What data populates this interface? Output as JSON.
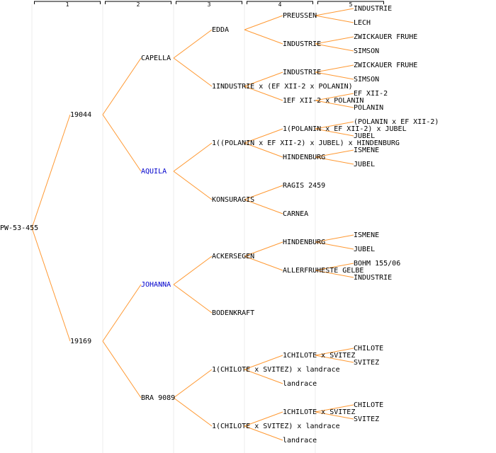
{
  "generations": [
    "1",
    "2",
    "3",
    "4",
    "5"
  ],
  "colors": {
    "edge": "#ff9933",
    "column_line": "#eeeeee",
    "ruler": "#000000",
    "text": "#000000",
    "highlight_text": "#0000cc"
  },
  "pedigree": {
    "label": "PW-53-455",
    "children": [
      {
        "label": "19044",
        "children": [
          {
            "label": "CAPELLA",
            "children": [
              {
                "label": "EDDA",
                "children": [
                  {
                    "label": "PREUSSEN",
                    "children": [
                      {
                        "label": "INDUSTRIE"
                      },
                      {
                        "label": "LECH"
                      }
                    ]
                  },
                  {
                    "label": "INDUSTRIE",
                    "children": [
                      {
                        "label": "ZWICKAUER FRUHE"
                      },
                      {
                        "label": "SIMSON"
                      }
                    ]
                  }
                ]
              },
              {
                "label": "1INDUSTRIE x (EF XII-2 x POLANIN)",
                "children": [
                  {
                    "label": "INDUSTRIE",
                    "children": [
                      {
                        "label": "ZWICKAUER FRUHE"
                      },
                      {
                        "label": "SIMSON"
                      }
                    ]
                  },
                  {
                    "label": "1EF XII-2 x POLANIN",
                    "children": [
                      {
                        "label": "EF XII-2"
                      },
                      {
                        "label": "POLANIN"
                      }
                    ]
                  }
                ]
              }
            ]
          },
          {
            "label": "AQUILA",
            "highlight": true,
            "children": [
              {
                "label": "1((POLANIN x EF XII-2) x JUBEL) x HINDENBURG",
                "children": [
                  {
                    "label": "1(POLANIN x EF XII-2) x JUBEL",
                    "children": [
                      {
                        "label": "(POLANIN x EF XII-2)"
                      },
                      {
                        "label": "JUBEL"
                      }
                    ]
                  },
                  {
                    "label": "HINDENBURG",
                    "children": [
                      {
                        "label": "ISMENE"
                      },
                      {
                        "label": "JUBEL"
                      }
                    ]
                  }
                ]
              },
              {
                "label": "KONSURAGIS",
                "children": [
                  {
                    "label": "RAGIS 2459"
                  },
                  {
                    "label": "CARNEA"
                  }
                ]
              }
            ]
          }
        ]
      },
      {
        "label": "19169",
        "children": [
          {
            "label": "JOHANNA",
            "highlight": true,
            "children": [
              {
                "label": "ACKERSEGEN",
                "children": [
                  {
                    "label": "HINDENBURG",
                    "children": [
                      {
                        "label": "ISMENE"
                      },
                      {
                        "label": "JUBEL"
                      }
                    ]
                  },
                  {
                    "label": "ALLERFRUHESTE GELBE",
                    "children": [
                      {
                        "label": "BOHM 155/06"
                      },
                      {
                        "label": "INDUSTRIE"
                      }
                    ]
                  }
                ]
              },
              {
                "label": "BODENKRAFT"
              }
            ]
          },
          {
            "label": "BRA 9089",
            "children": [
              {
                "label": "1(CHILOTE x SVITEZ) x landrace",
                "children": [
                  {
                    "label": "1CHILOTE x SVITEZ",
                    "children": [
                      {
                        "label": "CHILOTE"
                      },
                      {
                        "label": "SVITEZ"
                      }
                    ]
                  },
                  {
                    "label": "landrace"
                  }
                ]
              },
              {
                "label": "1(CHILOTE x SVITEZ) x landrace",
                "children": [
                  {
                    "label": "1CHILOTE x SVITEZ",
                    "children": [
                      {
                        "label": "CHILOTE"
                      },
                      {
                        "label": "SVITEZ"
                      }
                    ]
                  },
                  {
                    "label": "landrace"
                  }
                ]
              }
            ]
          }
        ]
      }
    ]
  }
}
